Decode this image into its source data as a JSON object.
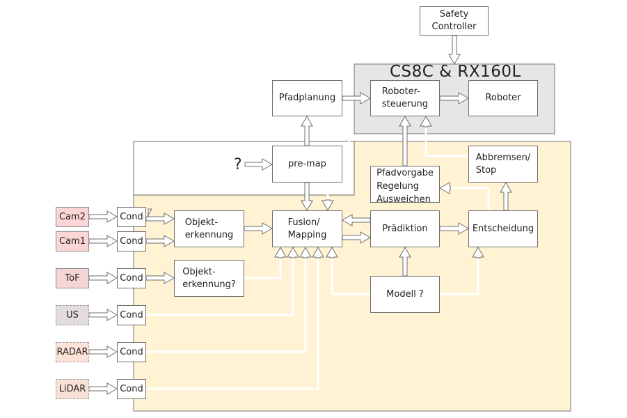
{
  "diagram": {
    "groups": {
      "robot_system": {
        "label": "CS8C & RX160L",
        "color": "#e6e6e6"
      },
      "processing": {
        "color": "#fff3d4"
      }
    },
    "nodes": {
      "safety_controller": "Safety\nController",
      "robotersteuerung": "Roboter-\nsteuerung",
      "roboter": "Roboter",
      "pfadplanung": "Pfadplanung",
      "pre_map": "pre-map",
      "unknown_input": "?",
      "pfadvorgabe": "Pfadvorgabe\nRegelung\nAusweichen",
      "abbremsen": "Abbremsen/\nStop",
      "fusion": "Fusion/\nMapping",
      "praediktion": "Prädiktion",
      "entscheidung": "Entscheidung",
      "modell": "Modell ?",
      "objekterkennung1": "Objekt-\nerkennung",
      "objekterkennung2": "Objekt-\nerkennung?",
      "cond_label": "Cond"
    },
    "sensors": [
      {
        "label": "Cam2",
        "color": "#fcd5d5",
        "border": "solid"
      },
      {
        "label": "Cam1",
        "color": "#fcd5d5",
        "border": "solid"
      },
      {
        "label": "ToF",
        "color": "#f5d5d5",
        "border": "solid"
      },
      {
        "label": "US",
        "color": "#e3dcdc",
        "border": "dashed"
      },
      {
        "label": "RADAR",
        "color": "#fde3d7",
        "border": "dashed"
      },
      {
        "label": "LiDAR",
        "color": "#f7e0d5",
        "border": "dashed"
      }
    ],
    "edges": [
      [
        "Safety Controller",
        "CS8C & RX160L"
      ],
      [
        "Pfadplanung",
        "Robotersteuerung"
      ],
      [
        "Robotersteuerung",
        "Roboter"
      ],
      [
        "pre-map",
        "Pfadplanung"
      ],
      [
        "?",
        "pre-map"
      ],
      [
        "pre-map",
        "Fusion/Mapping"
      ],
      [
        "Pfadplanung",
        "Fusion/Mapping"
      ],
      [
        "Pfadvorgabe",
        "Robotersteuerung"
      ],
      [
        "Abbremsen/Stop",
        "Robotersteuerung"
      ],
      [
        "Entscheidung",
        "Pfadvorgabe"
      ],
      [
        "Entscheidung",
        "Abbremsen/Stop"
      ],
      [
        "Prädiktion",
        "Fusion/Mapping"
      ],
      [
        "Fusion/Mapping",
        "Prädiktion"
      ],
      [
        "Prädiktion",
        "Entscheidung"
      ],
      [
        "Modell ?",
        "Prädiktion"
      ],
      [
        "Modell ?",
        "Entscheidung"
      ],
      [
        "Modell ?",
        "Fusion/Mapping"
      ],
      [
        "Cam2",
        "Cond"
      ],
      [
        "Cam1",
        "Cond"
      ],
      [
        "ToF",
        "Cond"
      ],
      [
        "US",
        "Cond"
      ],
      [
        "RADAR",
        "Cond"
      ],
      [
        "LiDAR",
        "Cond"
      ],
      [
        "Cond (Cam2)",
        "Objekterkennung"
      ],
      [
        "Cond (Cam1)",
        "Objekterkennung"
      ],
      [
        "Cond (ToF)",
        "Objekterkennung?"
      ],
      [
        "Objekterkennung",
        "Fusion/Mapping"
      ],
      [
        "Objekterkennung?",
        "Fusion/Mapping"
      ],
      [
        "Cond (US)",
        "Fusion/Mapping"
      ],
      [
        "Cond (RADAR)",
        "Fusion/Mapping"
      ],
      [
        "Cond (LiDAR)",
        "Fusion/Mapping"
      ]
    ]
  }
}
